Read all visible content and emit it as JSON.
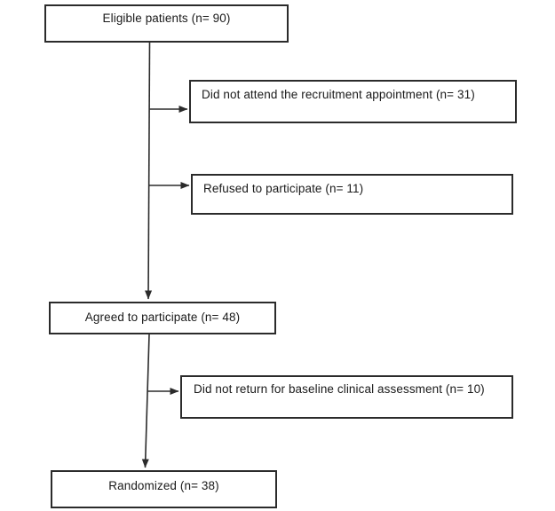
{
  "flowchart": {
    "nodes": [
      {
        "id": "eligible",
        "label": "Eligible patients (n= 90)"
      },
      {
        "id": "did-not-attend",
        "label": "Did not attend the recruitment appointment (n= 31)"
      },
      {
        "id": "refused",
        "label": "Refused to participate (n= 11)"
      },
      {
        "id": "agreed",
        "label": "Agreed to participate (n= 48)"
      },
      {
        "id": "did-not-return",
        "label": "Did not return for baseline clinical assessment (n= 10)"
      },
      {
        "id": "randomized",
        "label": "Randomized (n= 38)"
      }
    ],
    "edges": [
      {
        "from": "eligible",
        "to": "agreed",
        "type": "arrow"
      },
      {
        "from": "eligible",
        "to": "did-not-attend",
        "type": "arrow"
      },
      {
        "from": "eligible",
        "to": "refused",
        "type": "arrow"
      },
      {
        "from": "agreed",
        "to": "randomized",
        "type": "arrow"
      },
      {
        "from": "agreed",
        "to": "did-not-return",
        "type": "arrow"
      }
    ],
    "colors": {
      "box_border": "#2b2b2b",
      "box_fill": "#ffffff",
      "line": "#2b2b2b",
      "text": "#1a1a1a",
      "background": "#ffffff"
    }
  }
}
